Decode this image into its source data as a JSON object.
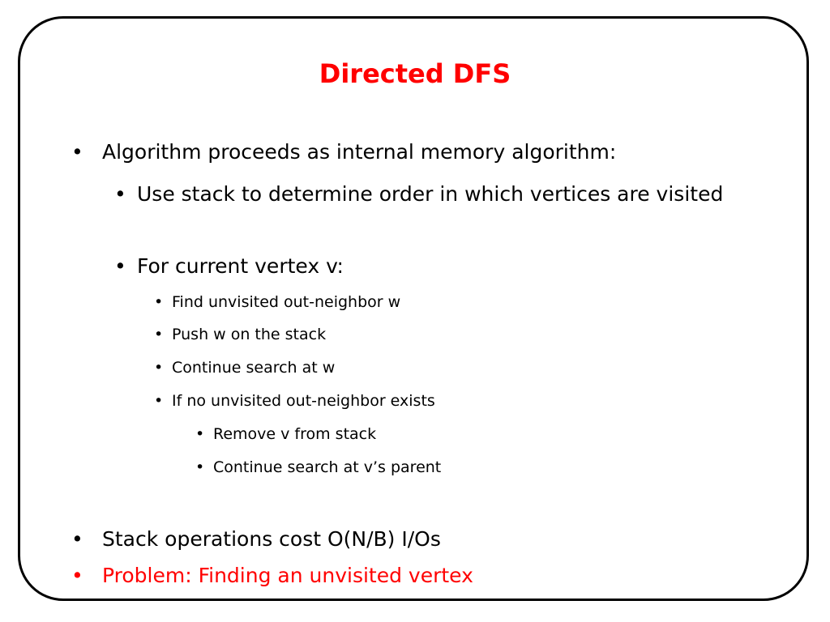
{
  "slide": {
    "title": "Directed DFS",
    "bullet_char": "•",
    "colors": {
      "title": "#ff0000",
      "text": "#000000",
      "highlight": "#ff0000",
      "border": "#000000"
    },
    "items": [
      {
        "level": 1,
        "text": "Algorithm proceeds as internal memory algorithm:"
      },
      {
        "level": 2,
        "text": "Use stack to determine order in which vertices are visited"
      },
      {
        "level": 2,
        "text": "For current vertex v:"
      },
      {
        "level": 3,
        "text": "Find unvisited out-neighbor w"
      },
      {
        "level": 3,
        "text": "Push w on the stack"
      },
      {
        "level": 3,
        "text": "Continue search at w"
      },
      {
        "level": 3,
        "text": "If no unvisited out-neighbor exists"
      },
      {
        "level": 4,
        "text": "Remove v from stack"
      },
      {
        "level": 4,
        "text": "Continue search at v’s parent"
      },
      {
        "level": 1,
        "text": "Stack operations cost O(N/B) I/Os"
      },
      {
        "level": 1,
        "text": "Problem: Finding an unvisited vertex",
        "highlight": true
      }
    ]
  }
}
